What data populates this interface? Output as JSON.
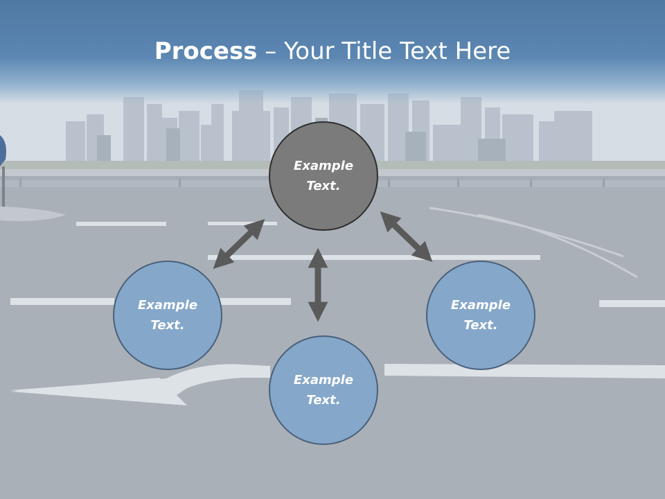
{
  "slide": {
    "title_bold": "Process",
    "title_rest": " – Your Title Text Here"
  },
  "nodes": [
    {
      "line1": "Example",
      "line2": "Text.",
      "fill": "#7b7b7b"
    },
    {
      "line1": "Example",
      "line2": "Text.",
      "fill": "#85a7c9"
    },
    {
      "line1": "Example",
      "line2": "Text.",
      "fill": "#85a7c9"
    },
    {
      "line1": "Example",
      "line2": "Text.",
      "fill": "#85a7c9"
    }
  ],
  "colors": {
    "header": "#5c87b2",
    "arrow": "#5a5a5a",
    "node_blue": "#85a7c9",
    "node_gray": "#7b7b7b"
  }
}
